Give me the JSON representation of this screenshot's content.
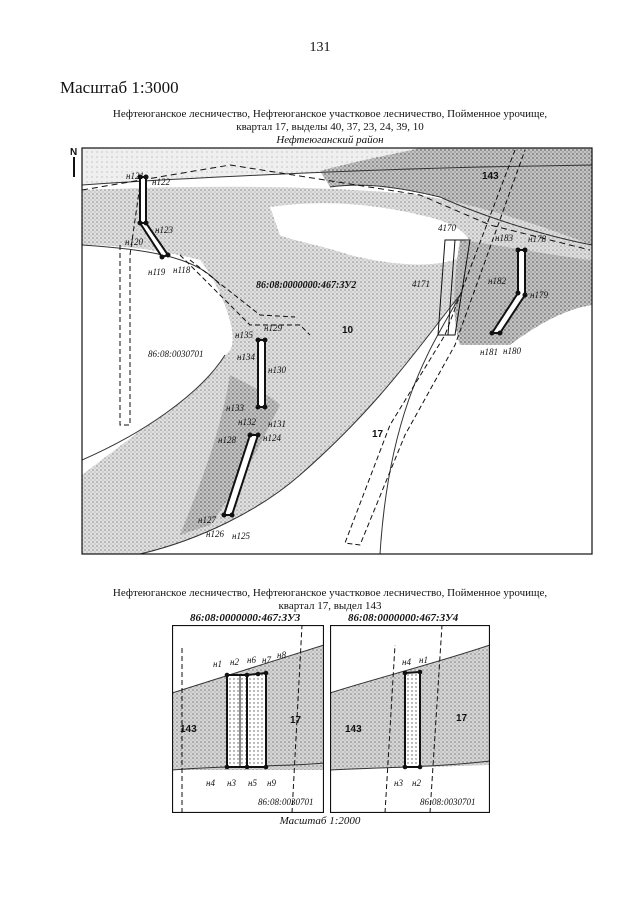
{
  "page_number": "131",
  "scale_top": "Масштаб 1:3000",
  "caption1": {
    "line1": "Нефтеюганское лесничество, Нефтеюганское участковое лесничество, Пойменное урочище,",
    "line2": "квартал 17, выделы 40, 37, 23, 24, 39, 10",
    "line3": "Нефтеюганский район"
  },
  "north_label": "N",
  "main_map": {
    "cadastral_label": "86:08:0000000:467:ЗУ2",
    "parcel_label": "86:08:0030701",
    "quarter_label": "17",
    "quarter_143": "143",
    "vydel_label": "10",
    "points": [
      "н121",
      "н122",
      "н123",
      "н120",
      "н119",
      "н118",
      "н135",
      "н129",
      "н134",
      "н130",
      "н133",
      "н132",
      "н131",
      "н128",
      "н124",
      "н127",
      "н126",
      "н125",
      "н183",
      "н178",
      "н182",
      "н179",
      "н181",
      "н180"
    ],
    "boundary_labels": [
      "4170",
      "4171"
    ]
  },
  "caption2": {
    "line1": "Нефтеюганское лесничество, Нефтеюганское участковое лесничество, Пойменное урочище,",
    "line2": "квартал 17, выдел 143"
  },
  "inset_left": {
    "title": "86:08:0000000:467:ЗУ3",
    "quarter_143": "143",
    "quarter_17": "17",
    "parcel_label": "86:08:0030701",
    "points": [
      "н1",
      "н2",
      "н6",
      "н7",
      "н8",
      "н4",
      "н3",
      "н5",
      "н9"
    ]
  },
  "inset_right": {
    "title": "86:08:0000000:467:ЗУ4",
    "quarter_143": "143",
    "quarter_17": "17",
    "parcel_label": "86:08:0030701",
    "points": [
      "н4",
      "н1",
      "н3",
      "н2"
    ]
  },
  "scale_bottom": "Масштаб 1:2000",
  "colors": {
    "forest_stipple": "#9a9a9a",
    "line": "#111111",
    "background": "#ffffff"
  }
}
